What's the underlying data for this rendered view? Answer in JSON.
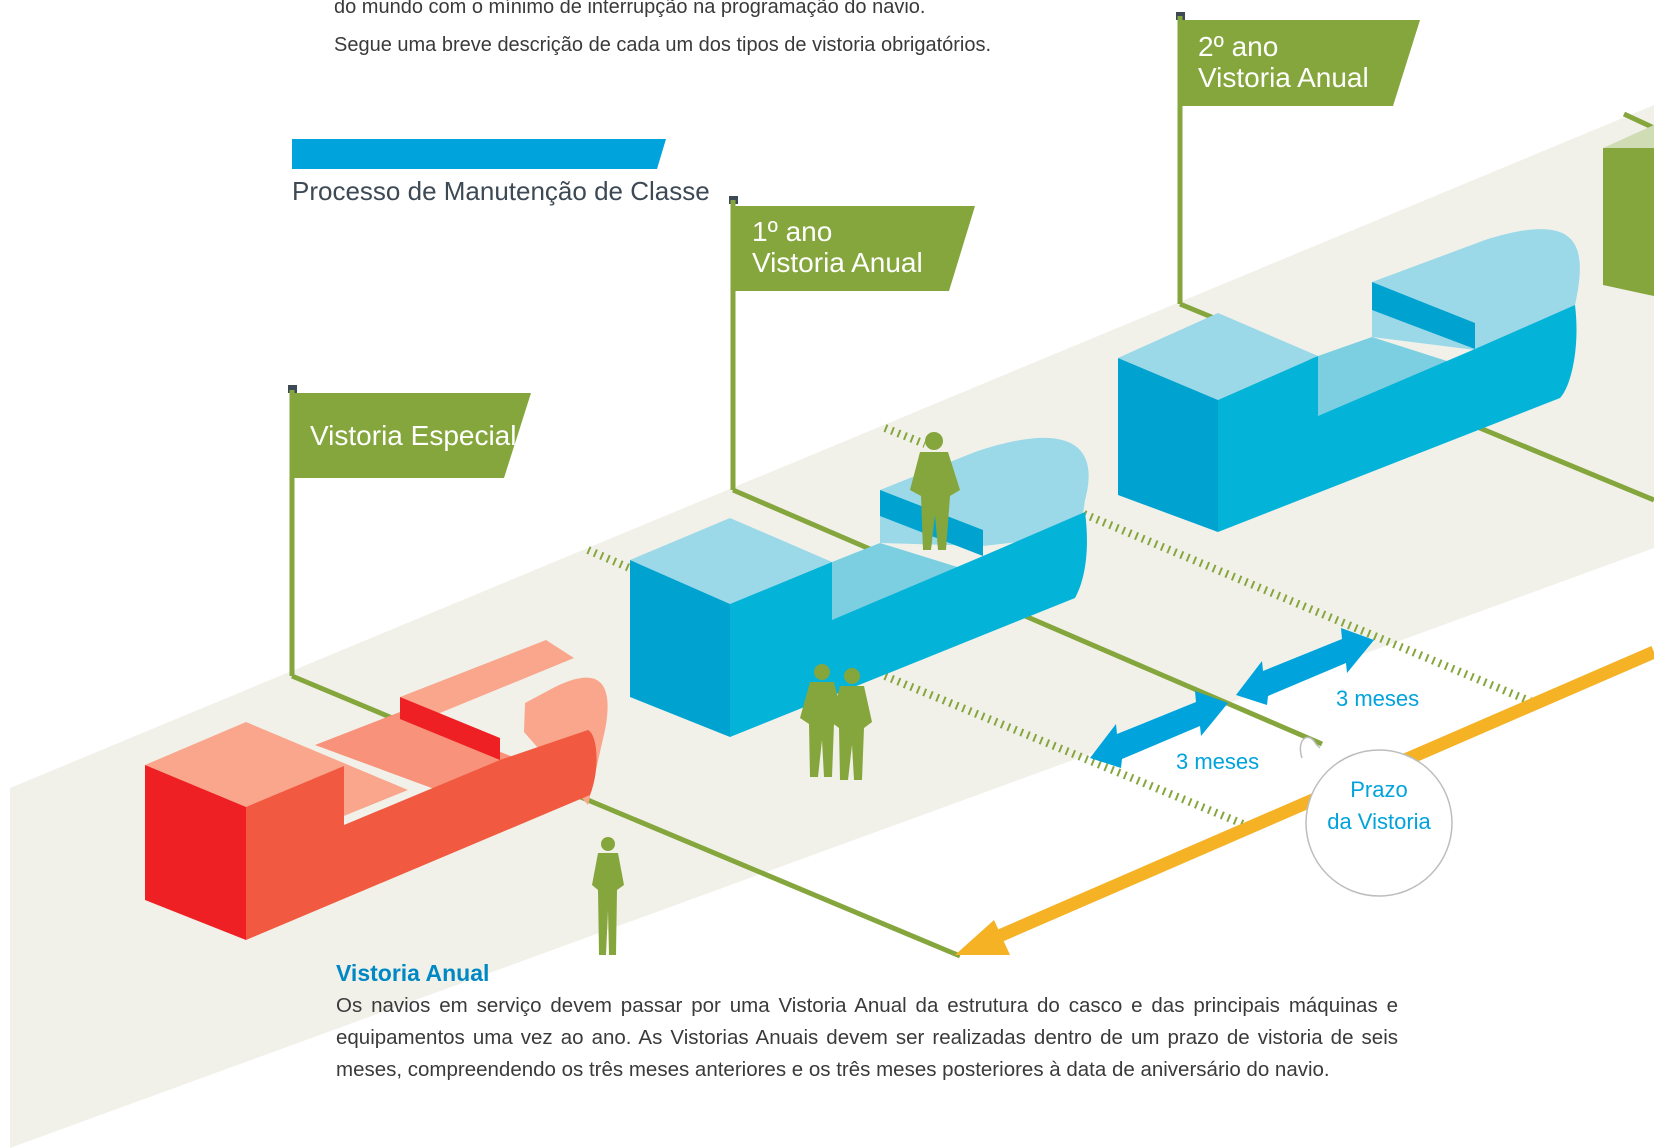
{
  "intro": {
    "line1": "do mundo com o mínimo de interrupção na programação do navio.",
    "line2": "Segue uma breve descrição de cada um dos tipos de vistoria obrigatórios."
  },
  "diagram": {
    "title": "Processo de Manutenção de Classe",
    "flags": {
      "special": "Vistoria Especial",
      "year1_line1": "1º ano",
      "year1_line2": "Vistoria Anual",
      "year2_line1": "2º ano",
      "year2_line2": "Vistoria Anual"
    },
    "window_before": "3 meses",
    "window_after": "3 meses",
    "callout_line1": "Prazo",
    "callout_line2": "da Vistoria"
  },
  "section": {
    "heading": "Vistoria Anual",
    "body": "Os navios em serviço devem passar por uma Vistoria Anual da estrutura do casco e das principais máquinas e equipamentos uma vez ao ano. As Vistorias Anuais devem ser realizadas dentro de um prazo de vistoria de seis meses, compreendendo os três meses anteriores e os três meses posteriores à data de aniversário do navio."
  },
  "colors": {
    "accent_blue": "#00a3dc",
    "flag_green": "#85a63d",
    "timeline_orange": "#f4b224",
    "ship_red": "#ee2024",
    "ship_blue": "#00b0d8",
    "band": "#f1f1ea"
  },
  "icons": [
    "person-icon",
    "flag-icon",
    "double-arrow-icon",
    "arrow-head-icon"
  ]
}
